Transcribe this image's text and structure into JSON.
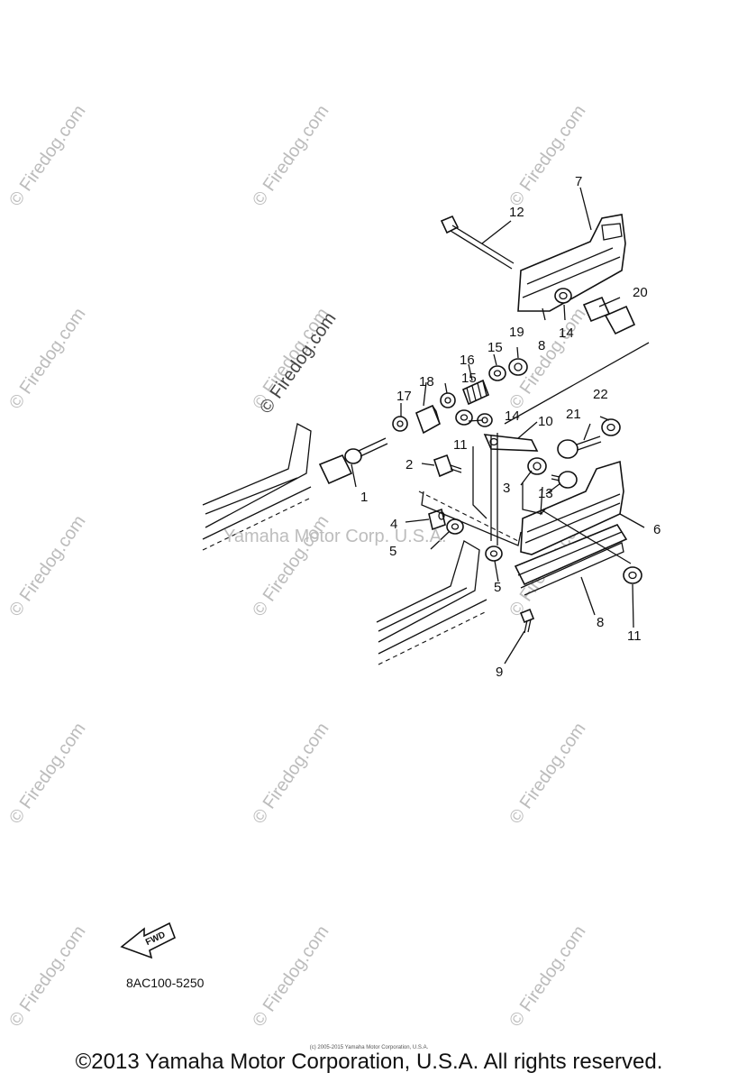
{
  "watermark": {
    "text": "© Firedog.com"
  },
  "center_watermark": "Yamaha Motor Corp. U.S.A.",
  "callouts": [
    "1",
    "2",
    "3",
    "4",
    "5",
    "5",
    "6",
    "7",
    "8",
    "8",
    "9",
    "10",
    "11",
    "11",
    "12",
    "13",
    "14",
    "14",
    "15",
    "15",
    "16",
    "17",
    "18",
    "19",
    "20",
    "21",
    "22"
  ],
  "fwd_label": "FWD",
  "part_code": "8AC100-5250",
  "tiny_copyright": "(c) 2005-2015 Yamaha Motor Corporation, U.S.A.",
  "copyright": "©2013 Yamaha Motor Corporation, U.S.A. All rights reserved."
}
